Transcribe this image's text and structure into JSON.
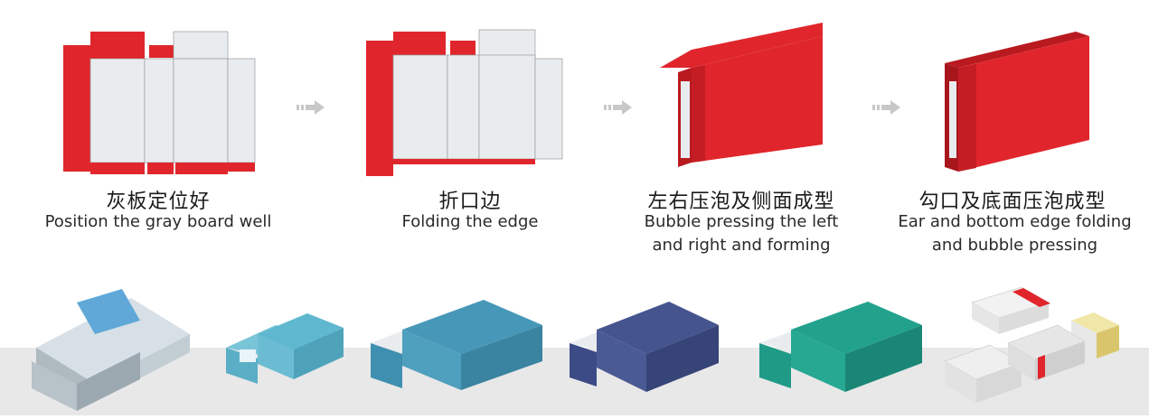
{
  "steps": [
    {
      "cn": "灰板定位好",
      "en_line1": "Position the gray board well",
      "en_line2": ""
    },
    {
      "cn": "折口边",
      "en_line1": "Folding the edge",
      "en_line2": ""
    },
    {
      "cn": "左右压泡及侧面成型",
      "en_line1": "Bubble pressing the left",
      "en_line2": "and right and forming"
    },
    {
      "cn": "勾口及底面压泡成型",
      "en_line1": "Ear and bottom edge folding",
      "en_line2": "and bubble pressing"
    }
  ],
  "colors": {
    "red": "#e0262c",
    "gray_board": "#e9ecef",
    "bottom_band": "#e8e8e8",
    "arrow": "#c8c8c8",
    "silver": "#c9d3da",
    "light_blue": "#5fb8cf",
    "teal_blue": "#3f8fb0",
    "navy": "#3c4b86",
    "green": "#1f9a86",
    "white_box": "#eeeeee"
  },
  "icons": {
    "arrow": "double-chevron-right-icon"
  }
}
